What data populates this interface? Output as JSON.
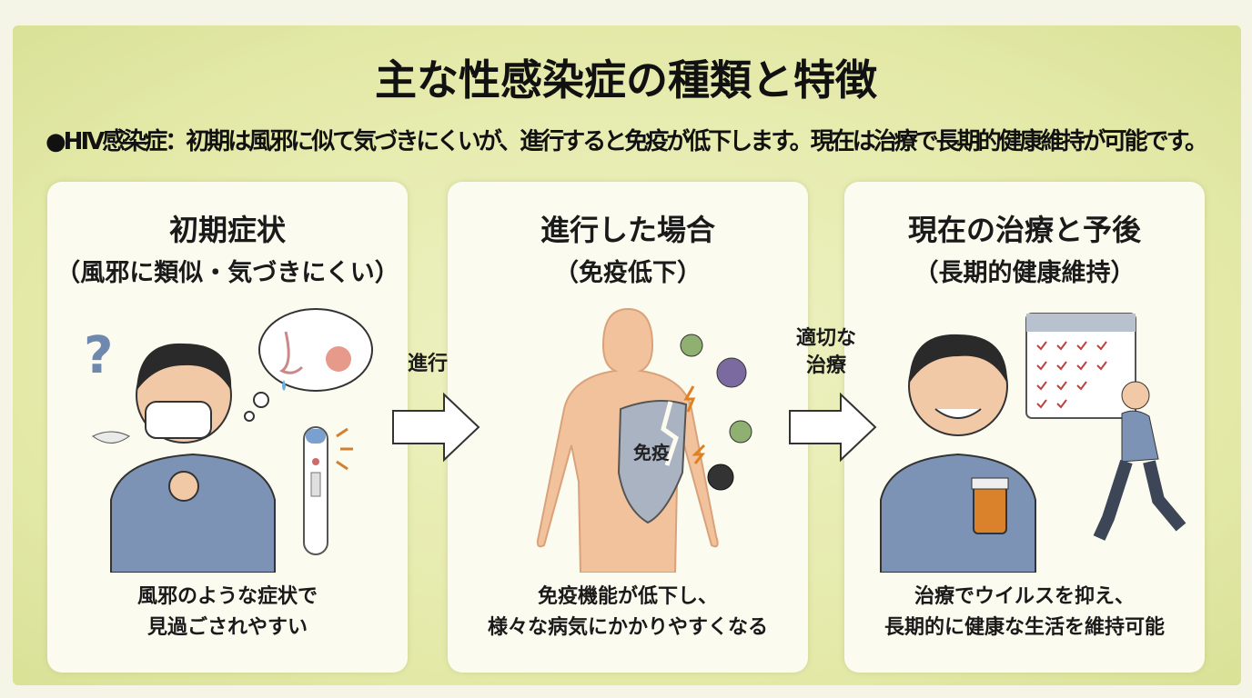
{
  "title": "主な性感染症の種類と特徴",
  "subtitle": "●HIV感染症：初期は風邪に似て気づきにくいが、進行すると免疫が低下します。現在は治療で長期的健康維持が可能です。",
  "panels": [
    {
      "heading": "初期症状",
      "subheading": "（風邪に類似・気づきにくい）",
      "caption_line1": "風邪のような症状で",
      "caption_line2": "見過ごされやすい"
    },
    {
      "heading": "進行した場合",
      "subheading": "（免疫低下）",
      "shield_label": "免疫",
      "caption_line1": "免疫機能が低下し、",
      "caption_line2": "様々な病気にかかりやすくなる"
    },
    {
      "heading": "現在の治療と予後",
      "subheading": "（長期的健康維持）",
      "caption_line1": "治療でウイルスを抑え、",
      "caption_line2": "長期的に健康な生活を維持可能"
    }
  ],
  "arrows": [
    {
      "label_line1": "進行",
      "label_line2": ""
    },
    {
      "label_line1": "適切な",
      "label_line2": "治療"
    }
  ],
  "colors": {
    "background": "#e4e9a8",
    "shirt": "#7d93b5",
    "skin": "#f2c9a6",
    "shield": "#a9b3c2"
  }
}
